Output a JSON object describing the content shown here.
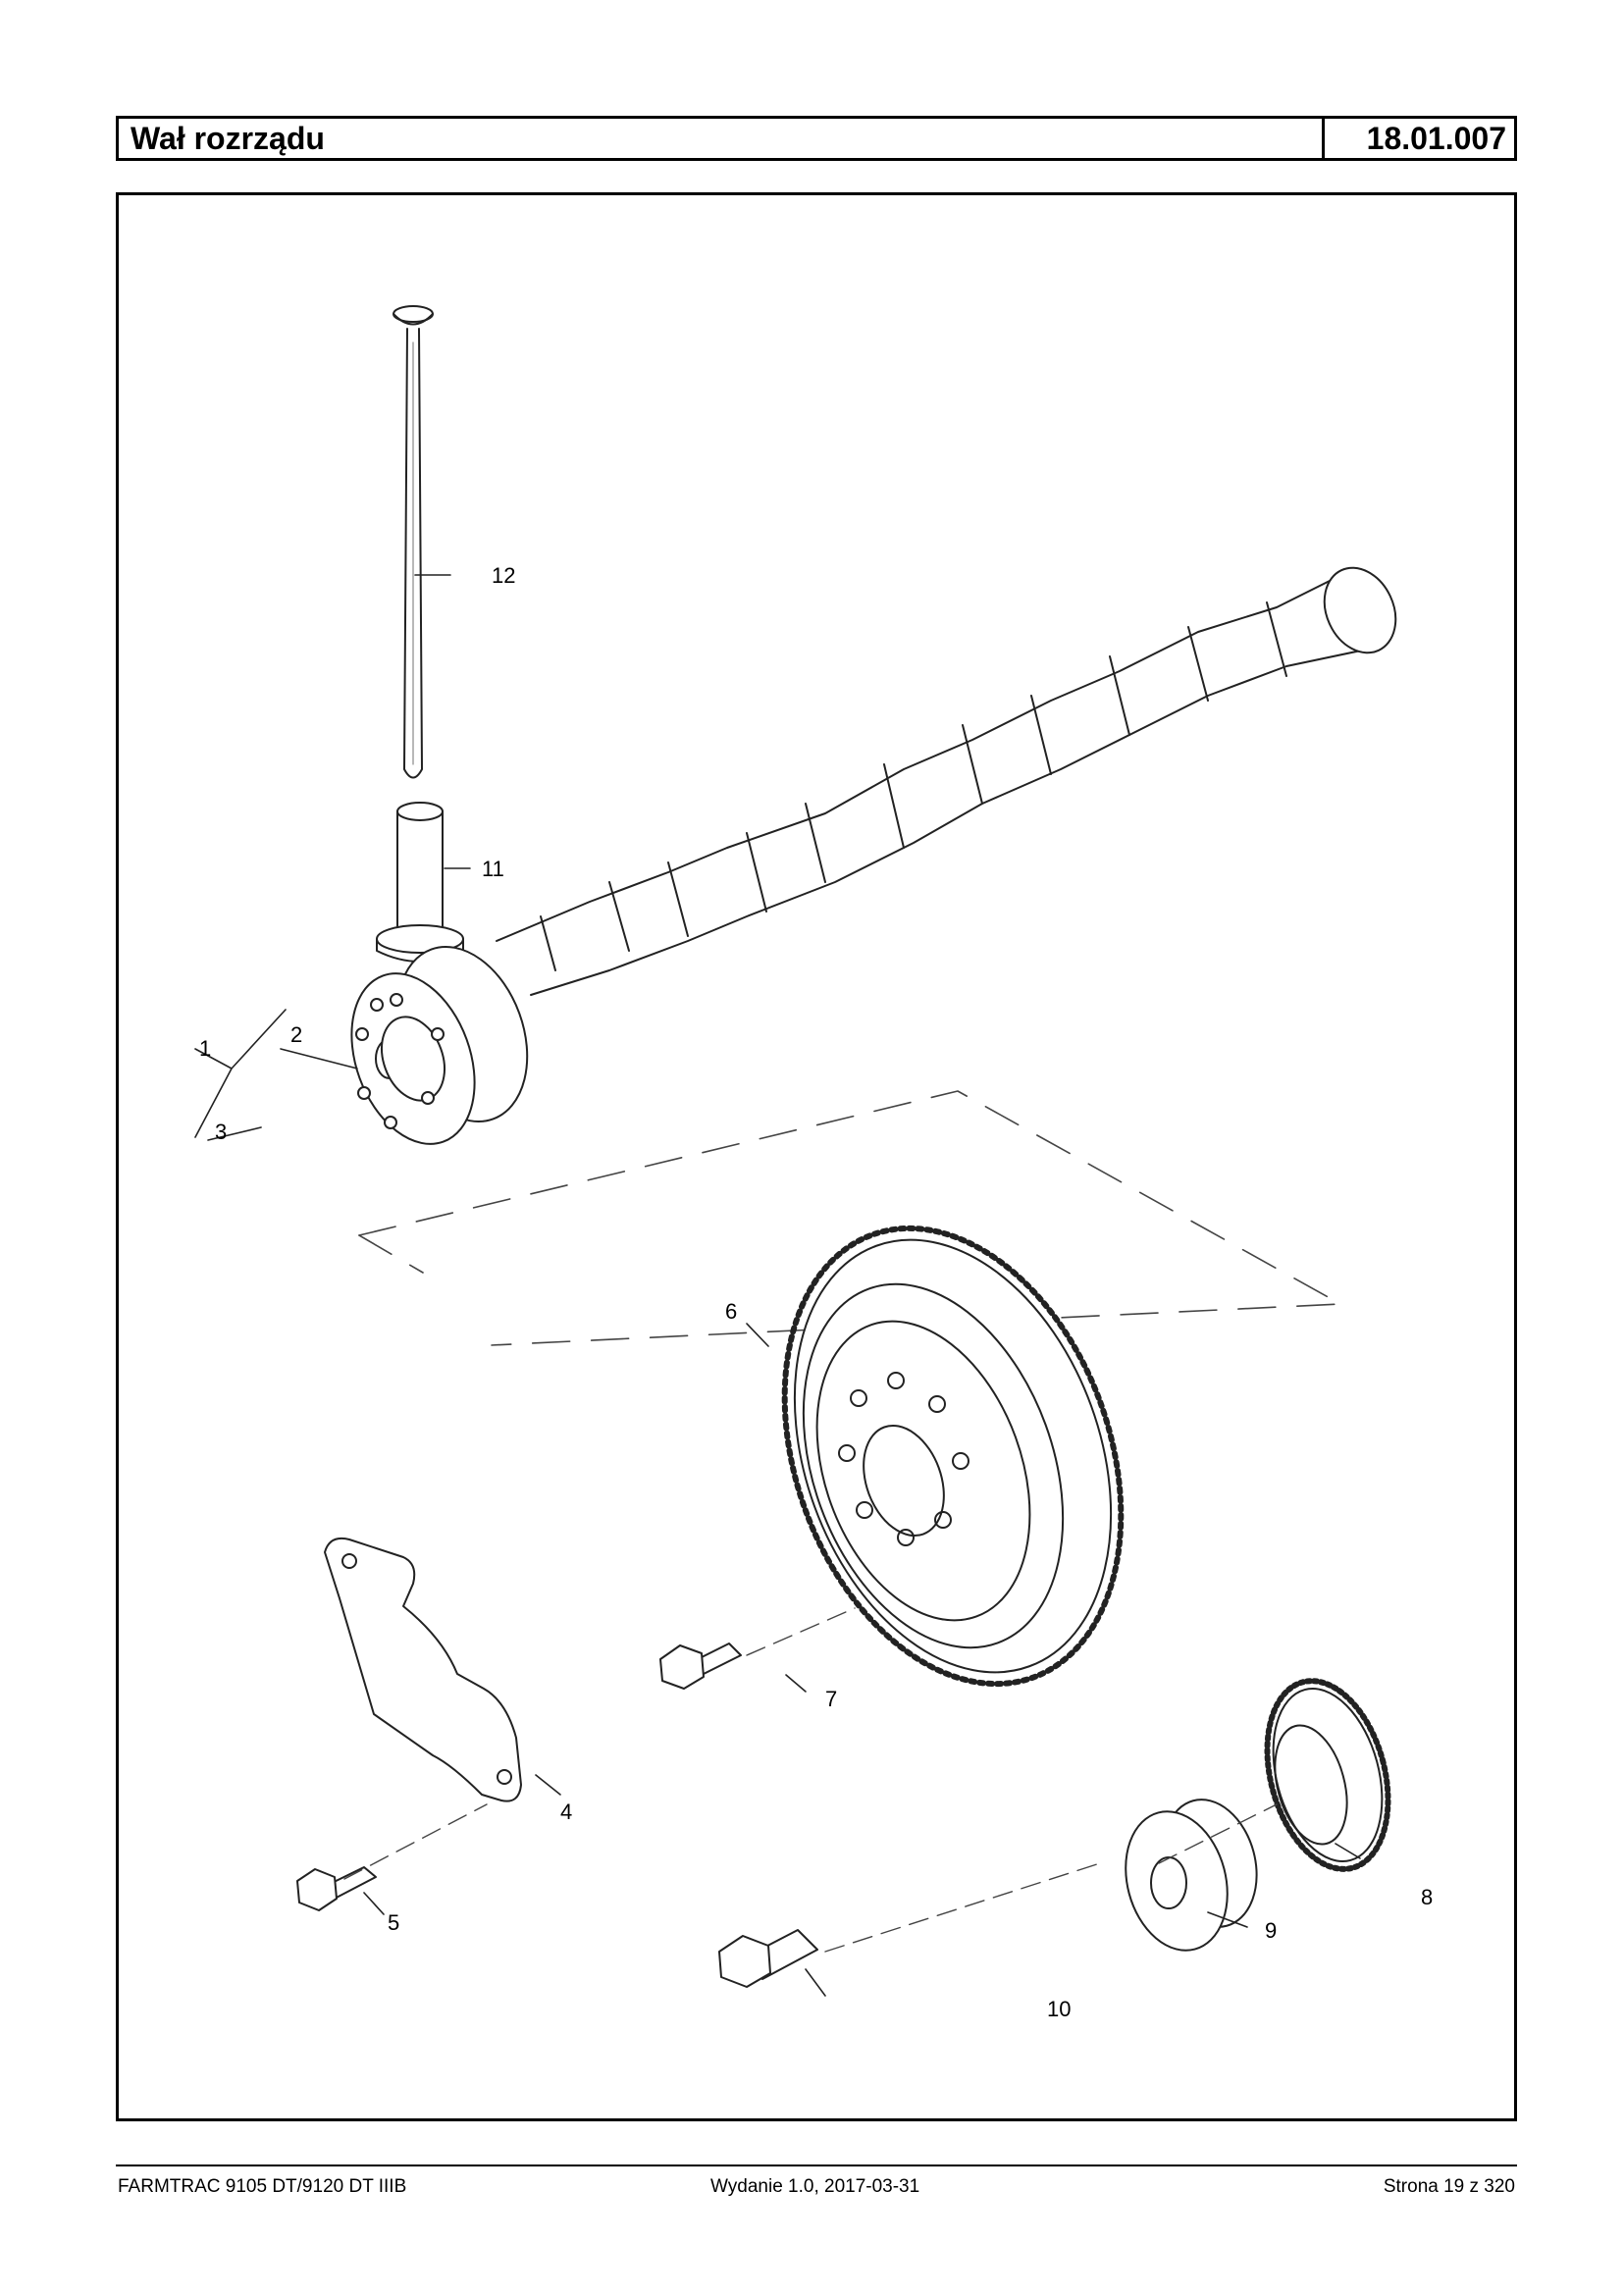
{
  "header": {
    "title": "Wał rozrządu",
    "code": "18.01.007"
  },
  "callouts": [
    "1",
    "2",
    "3",
    "4",
    "5",
    "6",
    "7",
    "8",
    "9",
    "10",
    "11",
    "12"
  ],
  "footer": {
    "model": "FARMTRAC 9105 DT/9120 DT IIIB",
    "edition": "Wydanie 1.0,  2017-03-31",
    "page": "Strona 19 z 320"
  }
}
